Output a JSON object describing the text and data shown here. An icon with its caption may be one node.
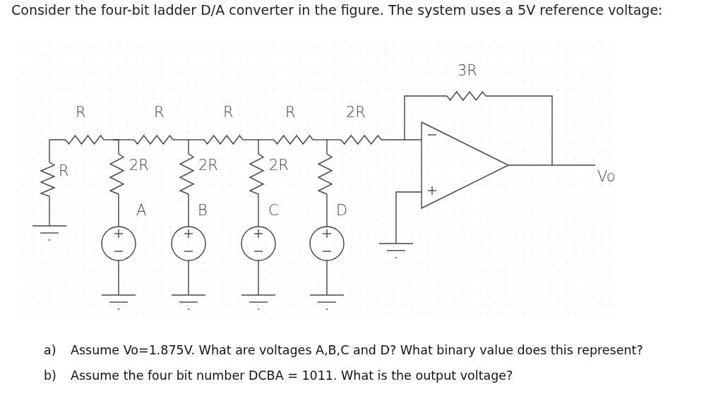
{
  "diagram": {
    "title": "Consider the four-bit ladder D/A converter in the figure.  The system uses a 5V reference voltage:",
    "labels": [
      "3R",
      "R",
      "R",
      "R",
      "R",
      "2R",
      "R",
      "2R",
      "2R",
      "2R",
      "Vo",
      "A",
      "B",
      "C",
      "D",
      "a)",
      "Assume Vo=1.875V. What are voltages A,B,C and D? What binary value does this represent?",
      "b)",
      "Assume the four bit number DCBA = 1011. What is the output voltage?"
    ]
  }
}
